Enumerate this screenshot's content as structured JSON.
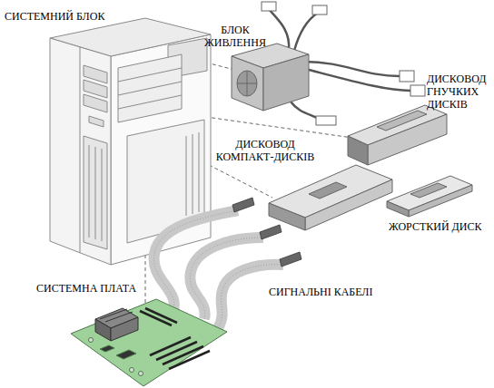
{
  "diagram": {
    "labels": [
      "СИСТЕМНИЙ БЛОК",
      "БЛОК ЖИВЛЕННЯ",
      "ДИСКОВОД ГНУЧКИХ ДИСКІВ",
      "ДИСКОВОД КОМПАКТ-ДИСКІВ",
      "ЖОРСТКИЙ ДИСК",
      "СИСТЕМНА ПЛАТА",
      "СИГНАЛЬНІ КАБЕЛІ"
    ]
  }
}
